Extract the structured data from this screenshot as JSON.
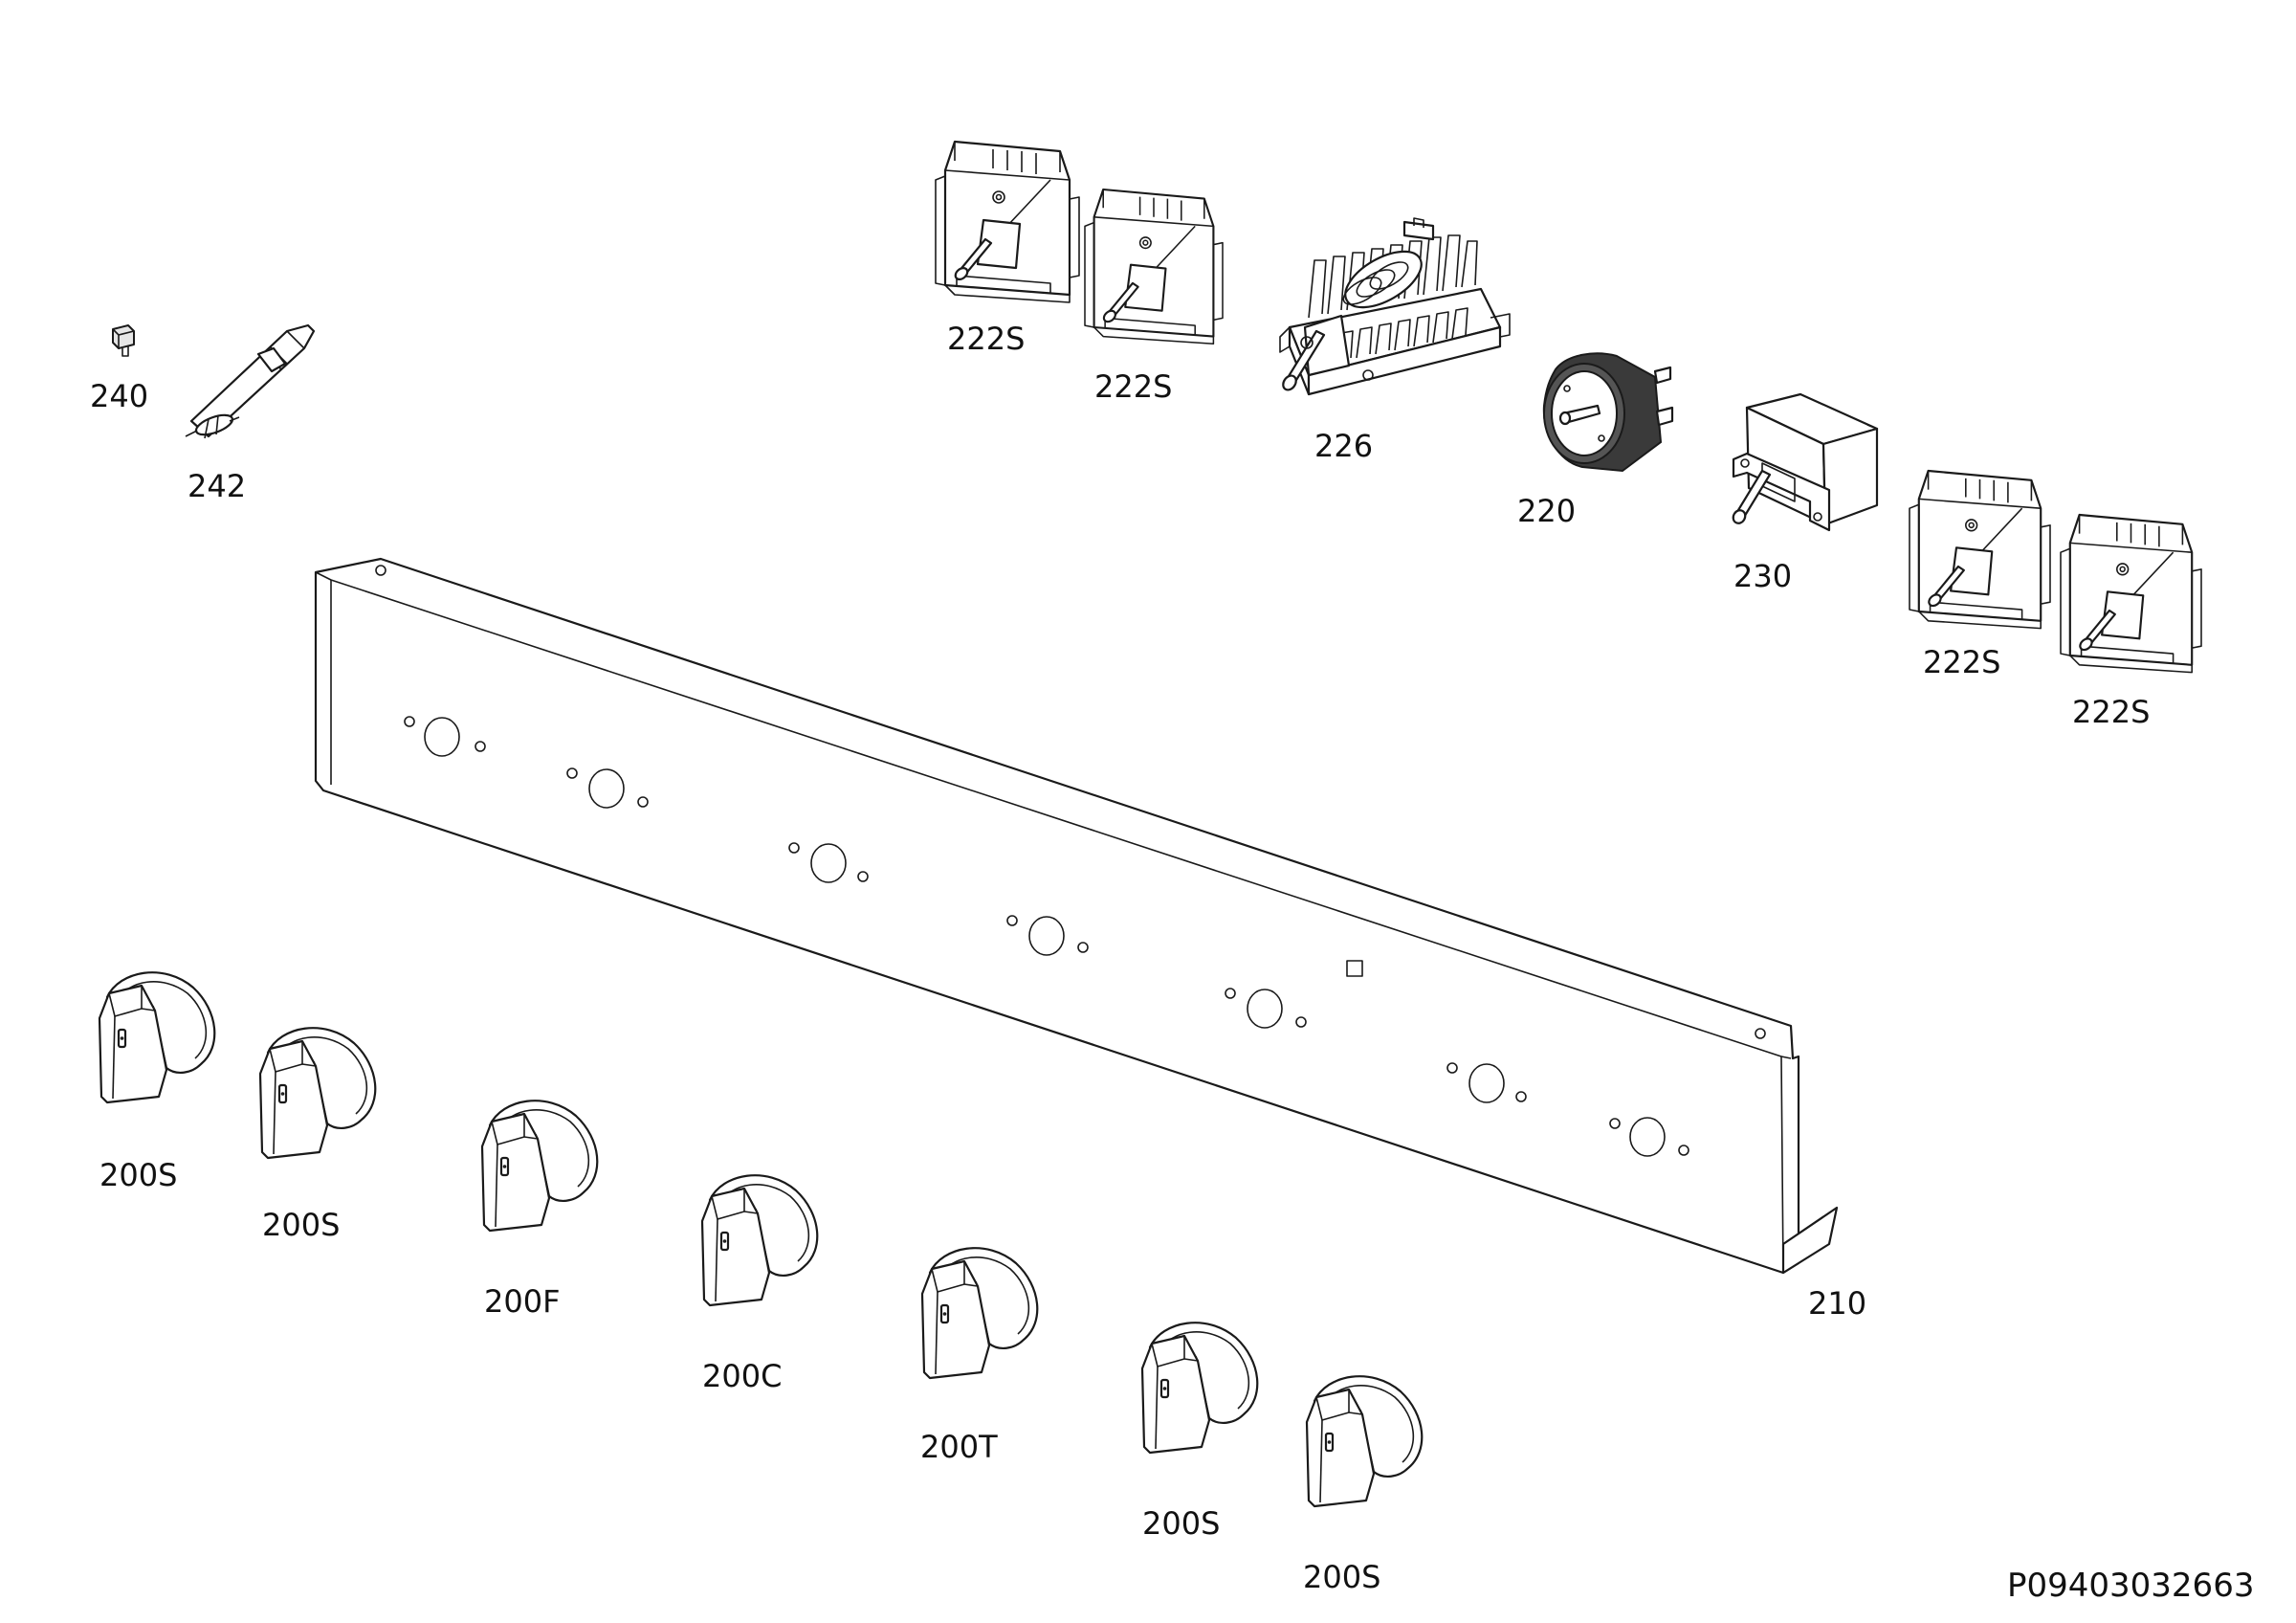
{
  "labels": {
    "p240": "240",
    "p242": "242",
    "p222s_a": "222S",
    "p222s_b": "222S",
    "p226": "226",
    "p220": "220",
    "p230": "230",
    "p222s_c": "222S",
    "p222s_d": "222S",
    "p210": "210",
    "p200s_a": "200S",
    "p200s_b": "200S",
    "p200f": "200F",
    "p200c": "200C",
    "p200t": "200T",
    "p200s_c": "200S",
    "p200s_d": "200S"
  },
  "drawing_id": "P09403032663"
}
